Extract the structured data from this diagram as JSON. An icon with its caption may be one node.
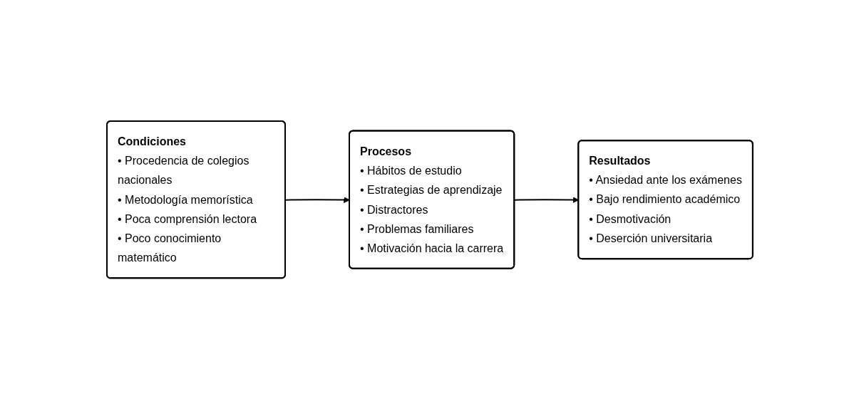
{
  "diagram": {
    "nodes": [
      {
        "text": [
          "Condiciones",
          "• Procedencia de colegios nacionales",
          "• Metodología memorística",
          "• Poca comprensión lectora",
          "• Poco conocimiento matemático"
        ]
      },
      {
        "text": [
          "Procesos",
          "• Hábitos de estudio",
          "• Estrategias de aprendizaje",
          "• Distractores",
          "• Problemas familiares",
          "• Motivación hacia la carrera"
        ]
      },
      {
        "text": [
          "Resultados",
          "• Ansiedad ante los exámenes",
          "• Bajo rendimiento académico",
          "• Desmotivación",
          "• Deserción universitaria"
        ]
      }
    ],
    "edges": [
      {
        "from": 0,
        "to": 1,
        "arrow": "to"
      },
      {
        "from": 1,
        "to": 2,
        "arrow": "to"
      }
    ]
  }
}
